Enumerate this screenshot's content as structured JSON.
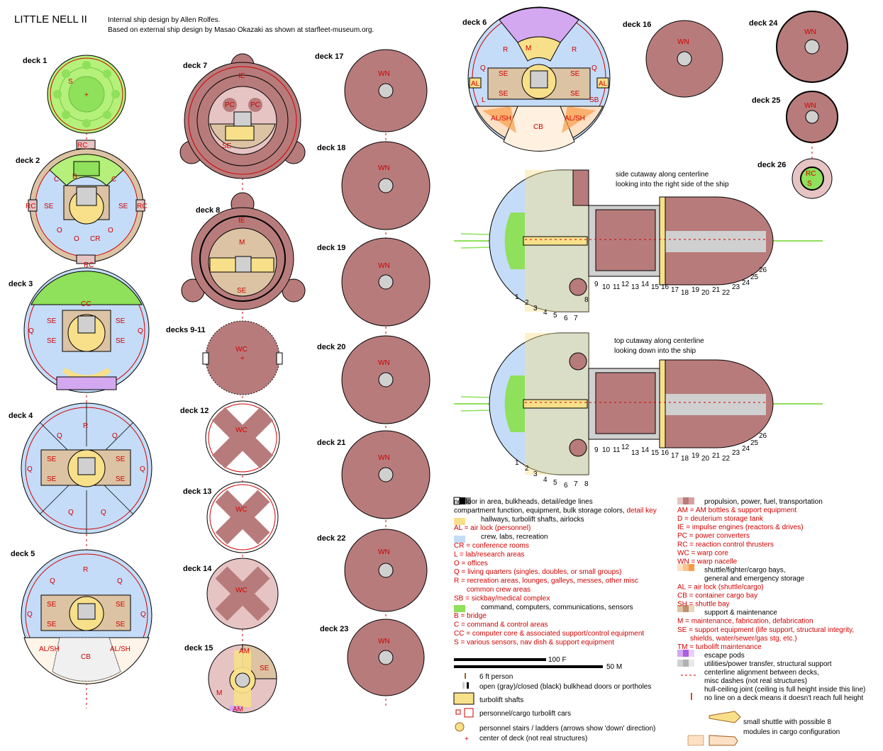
{
  "title": "LITTLE NELL II",
  "credits": [
    "Internal ship design by Allen Rolfes.",
    "Based on external ship design by Masao Okazaki as shown  at  starfleet-museum.org."
  ],
  "colors": {
    "propulsion": "#b87b7b",
    "propulsion_light": "#e6c4c4",
    "crew": "#c4dcf8",
    "command": "#8fe05a",
    "command_light": "#c8f0a8",
    "hall": "#f8e08a",
    "support": "#dcc3a4",
    "bays": "#f8c48c",
    "escape": "#d4a8f0",
    "utility": "#d0d0d0",
    "outline": "#000000",
    "edge_red": "#d00000"
  },
  "decks": [
    {
      "name": "deck 1",
      "codes": [
        "S"
      ]
    },
    {
      "name": "deck 2",
      "codes": [
        "RC",
        "B",
        "C",
        "C",
        "RC",
        "SE",
        "SE",
        "RC",
        "O",
        "O",
        "CR",
        "O",
        "RC"
      ]
    },
    {
      "name": "deck 3",
      "codes": [
        "CC",
        "SE",
        "SE",
        "SE",
        "SE",
        "Q",
        "Q"
      ]
    },
    {
      "name": "deck 4",
      "codes": [
        "R",
        "Q",
        "Q",
        "SE",
        "SE",
        "SE",
        "SE",
        "Q",
        "Q",
        "Q",
        "Q"
      ]
    },
    {
      "name": "deck 5",
      "codes": [
        "R",
        "Q",
        "Q",
        "SE",
        "SE",
        "SE",
        "SE",
        "Q",
        "Q",
        "AL/SH",
        "CB",
        "AL/SH"
      ]
    },
    {
      "name": "deck 6",
      "codes": [
        "R",
        "M",
        "R",
        "Q",
        "Q",
        "SE",
        "SE",
        "AL",
        "AL",
        "SE",
        "SE",
        "L",
        "SB",
        "AL/SH",
        "CB",
        "AL/SH"
      ]
    },
    {
      "name": "deck 7",
      "codes": [
        "IE",
        "PC",
        "PC",
        "SE"
      ]
    },
    {
      "name": "deck 8",
      "codes": [
        "IE",
        "M",
        "SE"
      ]
    },
    {
      "name": "decks 9-11",
      "codes": [
        "WC"
      ]
    },
    {
      "name": "deck 12",
      "codes": [
        "WC"
      ]
    },
    {
      "name": "deck 13",
      "codes": [
        "WC"
      ]
    },
    {
      "name": "deck 14",
      "codes": [
        "WC"
      ]
    },
    {
      "name": "deck 15",
      "codes": [
        "AM",
        "SE",
        "M",
        "AM"
      ]
    },
    {
      "name": "deck 16",
      "codes": [
        "WN"
      ]
    },
    {
      "name": "deck 17",
      "codes": [
        "WN"
      ]
    },
    {
      "name": "deck 18",
      "codes": [
        "WN"
      ]
    },
    {
      "name": "deck 19",
      "codes": [
        "WN"
      ]
    },
    {
      "name": "deck 20",
      "codes": [
        "WN"
      ]
    },
    {
      "name": "deck 21",
      "codes": [
        "WN"
      ]
    },
    {
      "name": "deck 22",
      "codes": [
        "WN"
      ]
    },
    {
      "name": "deck 23",
      "codes": [
        "WN"
      ]
    },
    {
      "name": "deck 24",
      "codes": [
        "WN"
      ]
    },
    {
      "name": "deck 25",
      "codes": [
        "WN"
      ]
    },
    {
      "name": "deck 26",
      "codes": [
        "RC",
        "S"
      ]
    }
  ],
  "side_cutaway": [
    "side cutaway along centerline",
    "looking into the right side of the ship"
  ],
  "top_cutaway": [
    "top cutaway along centerline",
    "looking down into the ship"
  ],
  "deck_numbers": [
    "1",
    "2",
    "3",
    "4",
    "5",
    "6",
    "7",
    "8",
    "9",
    "10",
    "11",
    "12",
    "13",
    "14",
    "15",
    "16",
    "17",
    "18",
    "19",
    "20",
    "21",
    "22",
    "23",
    "24",
    "25",
    "26"
  ],
  "legend_left": [
    {
      "text": "no floor in area, bulkheads, detail/edge lines",
      "red": false
    },
    {
      "text": "compartment function, equipment, bulk storage colors, ",
      "red": false,
      "suffix": "detail key"
    },
    {
      "text": "hallways, turbolift shafts, airlocks",
      "red": false,
      "indent": true
    },
    {
      "text": "AL = air lock (personnel)",
      "red": true
    },
    {
      "text": "crew, labs, recreation",
      "red": false,
      "indent": true
    },
    {
      "text": "CR = conference rooms",
      "red": true
    },
    {
      "text": "L = lab/research areas",
      "red": true
    },
    {
      "text": "O = offices",
      "red": true
    },
    {
      "text": "Q = living quarters (singles, doubles, or small groups)",
      "red": true
    },
    {
      "text": "R = recreation areas, lounges, galleys, messes, other misc",
      "red": true
    },
    {
      "text": "common crew areas",
      "red": true,
      "indent_small": true
    },
    {
      "text": "SB = sickbay/medical complex",
      "red": true
    },
    {
      "text": "command, computers, communications, sensors",
      "red": false,
      "indent": true
    },
    {
      "text": "B = bridge",
      "red": true
    },
    {
      "text": "C = command & control areas",
      "red": true
    },
    {
      "text": "CC = computer core & associated support/control equipment",
      "red": true
    },
    {
      "text": "S = various sensors, nav dish & support equipment",
      "red": true
    }
  ],
  "scale": {
    "ft": "100 F",
    "m": "50 M"
  },
  "legend_bottom_left": [
    "6 ft person",
    "open (gray)/closed (black) bulkhead doors or portholes",
    "turbolift shafts",
    "personnel/cargo turbolift cars",
    "personnel stairs / ladders (arrows show 'down' direction)",
    "center of deck (not real structures)"
  ],
  "legend_right": [
    {
      "text": "propulsion, power, fuel, transportation",
      "red": false,
      "indent": true
    },
    {
      "text": "AM = AM bottles & support equipment",
      "red": true
    },
    {
      "text": "D = deuterium storage tank",
      "red": true
    },
    {
      "text": "IE = impulse engines (reactors & drives)",
      "red": true
    },
    {
      "text": "PC = power converters",
      "red": true
    },
    {
      "text": "RC = reaction control thrusters",
      "red": true
    },
    {
      "text": "WC = warp core",
      "red": true
    },
    {
      "text": "WN = warp nacelle",
      "red": true
    },
    {
      "text": "shuttle/fighter/cargo bays,",
      "red": false,
      "indent": true
    },
    {
      "text": "general and emergency storage",
      "red": false,
      "indent": true
    },
    {
      "text": "AL = air lock (shuttle/cargo)",
      "red": true
    },
    {
      "text": "CB = container cargo bay",
      "red": true
    },
    {
      "text": "SH = shuttle bay",
      "red": true
    },
    {
      "text": "support & maintenance",
      "red": false,
      "indent": true
    },
    {
      "text": "M = maintenance, fabrication, defabrication",
      "red": true
    },
    {
      "text": "SE = support equipment (life support, structural integrity,",
      "red": true
    },
    {
      "text": "shields, water/sewer/gas stg, etc.)",
      "red": true,
      "indent_small": true
    },
    {
      "text": "TM = turbolift maintenance",
      "red": true
    },
    {
      "text": "escape pods",
      "red": false,
      "indent": true
    },
    {
      "text": "utilities/power transfer, structural support",
      "red": false,
      "indent": true
    },
    {
      "text": "centerline alignment between decks,",
      "red": false,
      "indent": true
    },
    {
      "text": "misc dashes (not real structures)",
      "red": false,
      "indent": true
    },
    {
      "text": "hull-ceiling joint (ceiling is full height inside this line)",
      "red": false,
      "indent": true
    },
    {
      "text": "no line on a deck means it doesn't reach full height",
      "red": false,
      "indent": true
    }
  ],
  "shuttle_note": [
    "small shuttle with possible 8",
    "modules in cargo configuration"
  ]
}
